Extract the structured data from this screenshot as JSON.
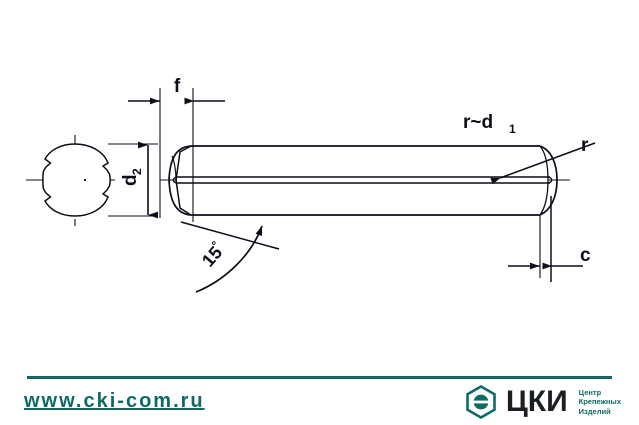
{
  "drawing": {
    "title": "grooved-pin-technical-drawing",
    "line_color": "#0d0d1a",
    "labels": {
      "f": "f",
      "d2": "d",
      "d2_sub": "2",
      "angle": "15",
      "angle_unit": "°",
      "r_d1": "r~d",
      "r_d1_sub": "1",
      "r": "r",
      "c": "c"
    }
  },
  "footer": {
    "url": "www.cki-com.ru",
    "rule_color": "#0d6b63",
    "brand": {
      "name": "ЦКИ",
      "mark_icon": "hexagon-circle-icon",
      "tagline_line1": "Центр",
      "tagline_line2": "Крепежных",
      "tagline_line3": "Изделий",
      "color": "#0d6b63"
    }
  }
}
